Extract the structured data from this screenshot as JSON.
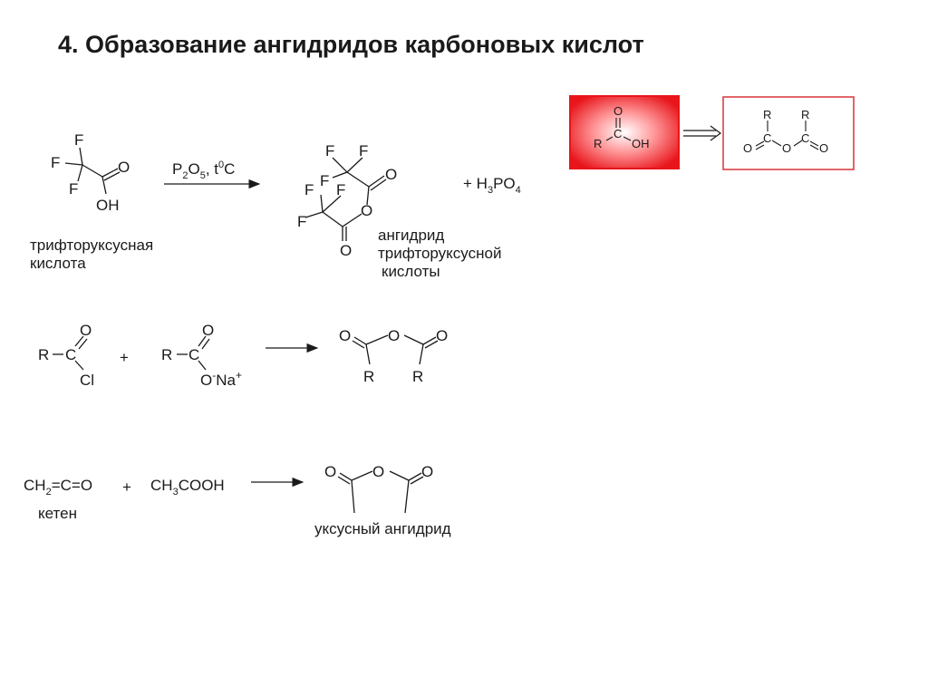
{
  "title": "4. Образование ангидридов карбоновых кислот",
  "colors": {
    "highlight_red": "#e8151b",
    "outline_red": "#d9343a",
    "ink": "#1a1a1a"
  },
  "scheme1": {
    "acid_atoms": {
      "f1": "F",
      "f2": "F",
      "f3": "F",
      "o": "O",
      "oh": "OH"
    },
    "reagent_main": "P",
    "reagent_sub1": "2",
    "reagent_mid": "O",
    "reagent_sub2": "5",
    "reagent_tail": ", t",
    "reagent_sup": "0",
    "reagent_end": "C",
    "product_atoms": {
      "f": "F",
      "o": "O"
    },
    "byproduct_pre": "+ H",
    "byproduct_sub1": "3",
    "byproduct_mid": "PO",
    "byproduct_sub2": "4",
    "acid_name_line1": "трифторуксусная",
    "acid_name_line2": "кислота",
    "product_name_line1": "ангидрид",
    "product_name_line2": "трифторуксусной",
    "product_name_line3": "кислоты"
  },
  "general": {
    "r": "R",
    "c": "C",
    "o": "O",
    "oh": "OH"
  },
  "scheme2": {
    "r": "R",
    "c": "C",
    "o": "O",
    "cl": "Cl",
    "plus": "+",
    "o_minus": "O",
    "minus": "-",
    "na": "Na",
    "plus_sup": "+"
  },
  "scheme3": {
    "ketene_pre": "CH",
    "ketene_sub": "2",
    "ketene_post": "=C=O",
    "plus": "+",
    "acid_pre": "CH",
    "acid_sub": "3",
    "acid_post": "COOH",
    "o": "O",
    "ketene_name": "кетен",
    "product_name": "уксусный ангидрид"
  }
}
